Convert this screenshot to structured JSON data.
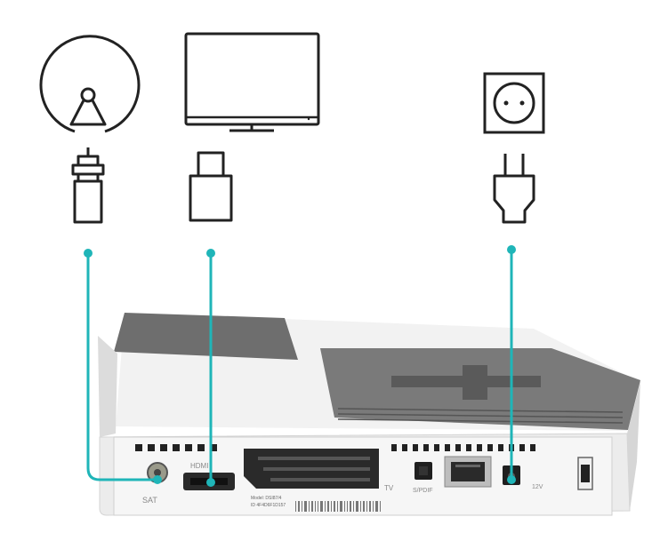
{
  "colors": {
    "connector_line": "#1fb5b8",
    "device_body": "#eeeeee",
    "device_top_dark": "#6b6b6b",
    "icon_stroke": "#222222"
  },
  "icons": {
    "satellite": "satellite-dish-icon",
    "tv": "tv-icon",
    "power_socket": "power-socket-icon",
    "coax_plug": "coax-plug-icon",
    "hdmi_plug": "hdmi-plug-icon",
    "power_plug": "power-plug-icon"
  },
  "ports": {
    "sat_label": "SAT",
    "hdmi_label": "HDMI",
    "tv_label": "TV",
    "spdif_label": "S/PDIF",
    "power_label": "12V",
    "model_label": "Model: DSI87/4",
    "model_sub": "ID 4F4D6F1D157"
  }
}
